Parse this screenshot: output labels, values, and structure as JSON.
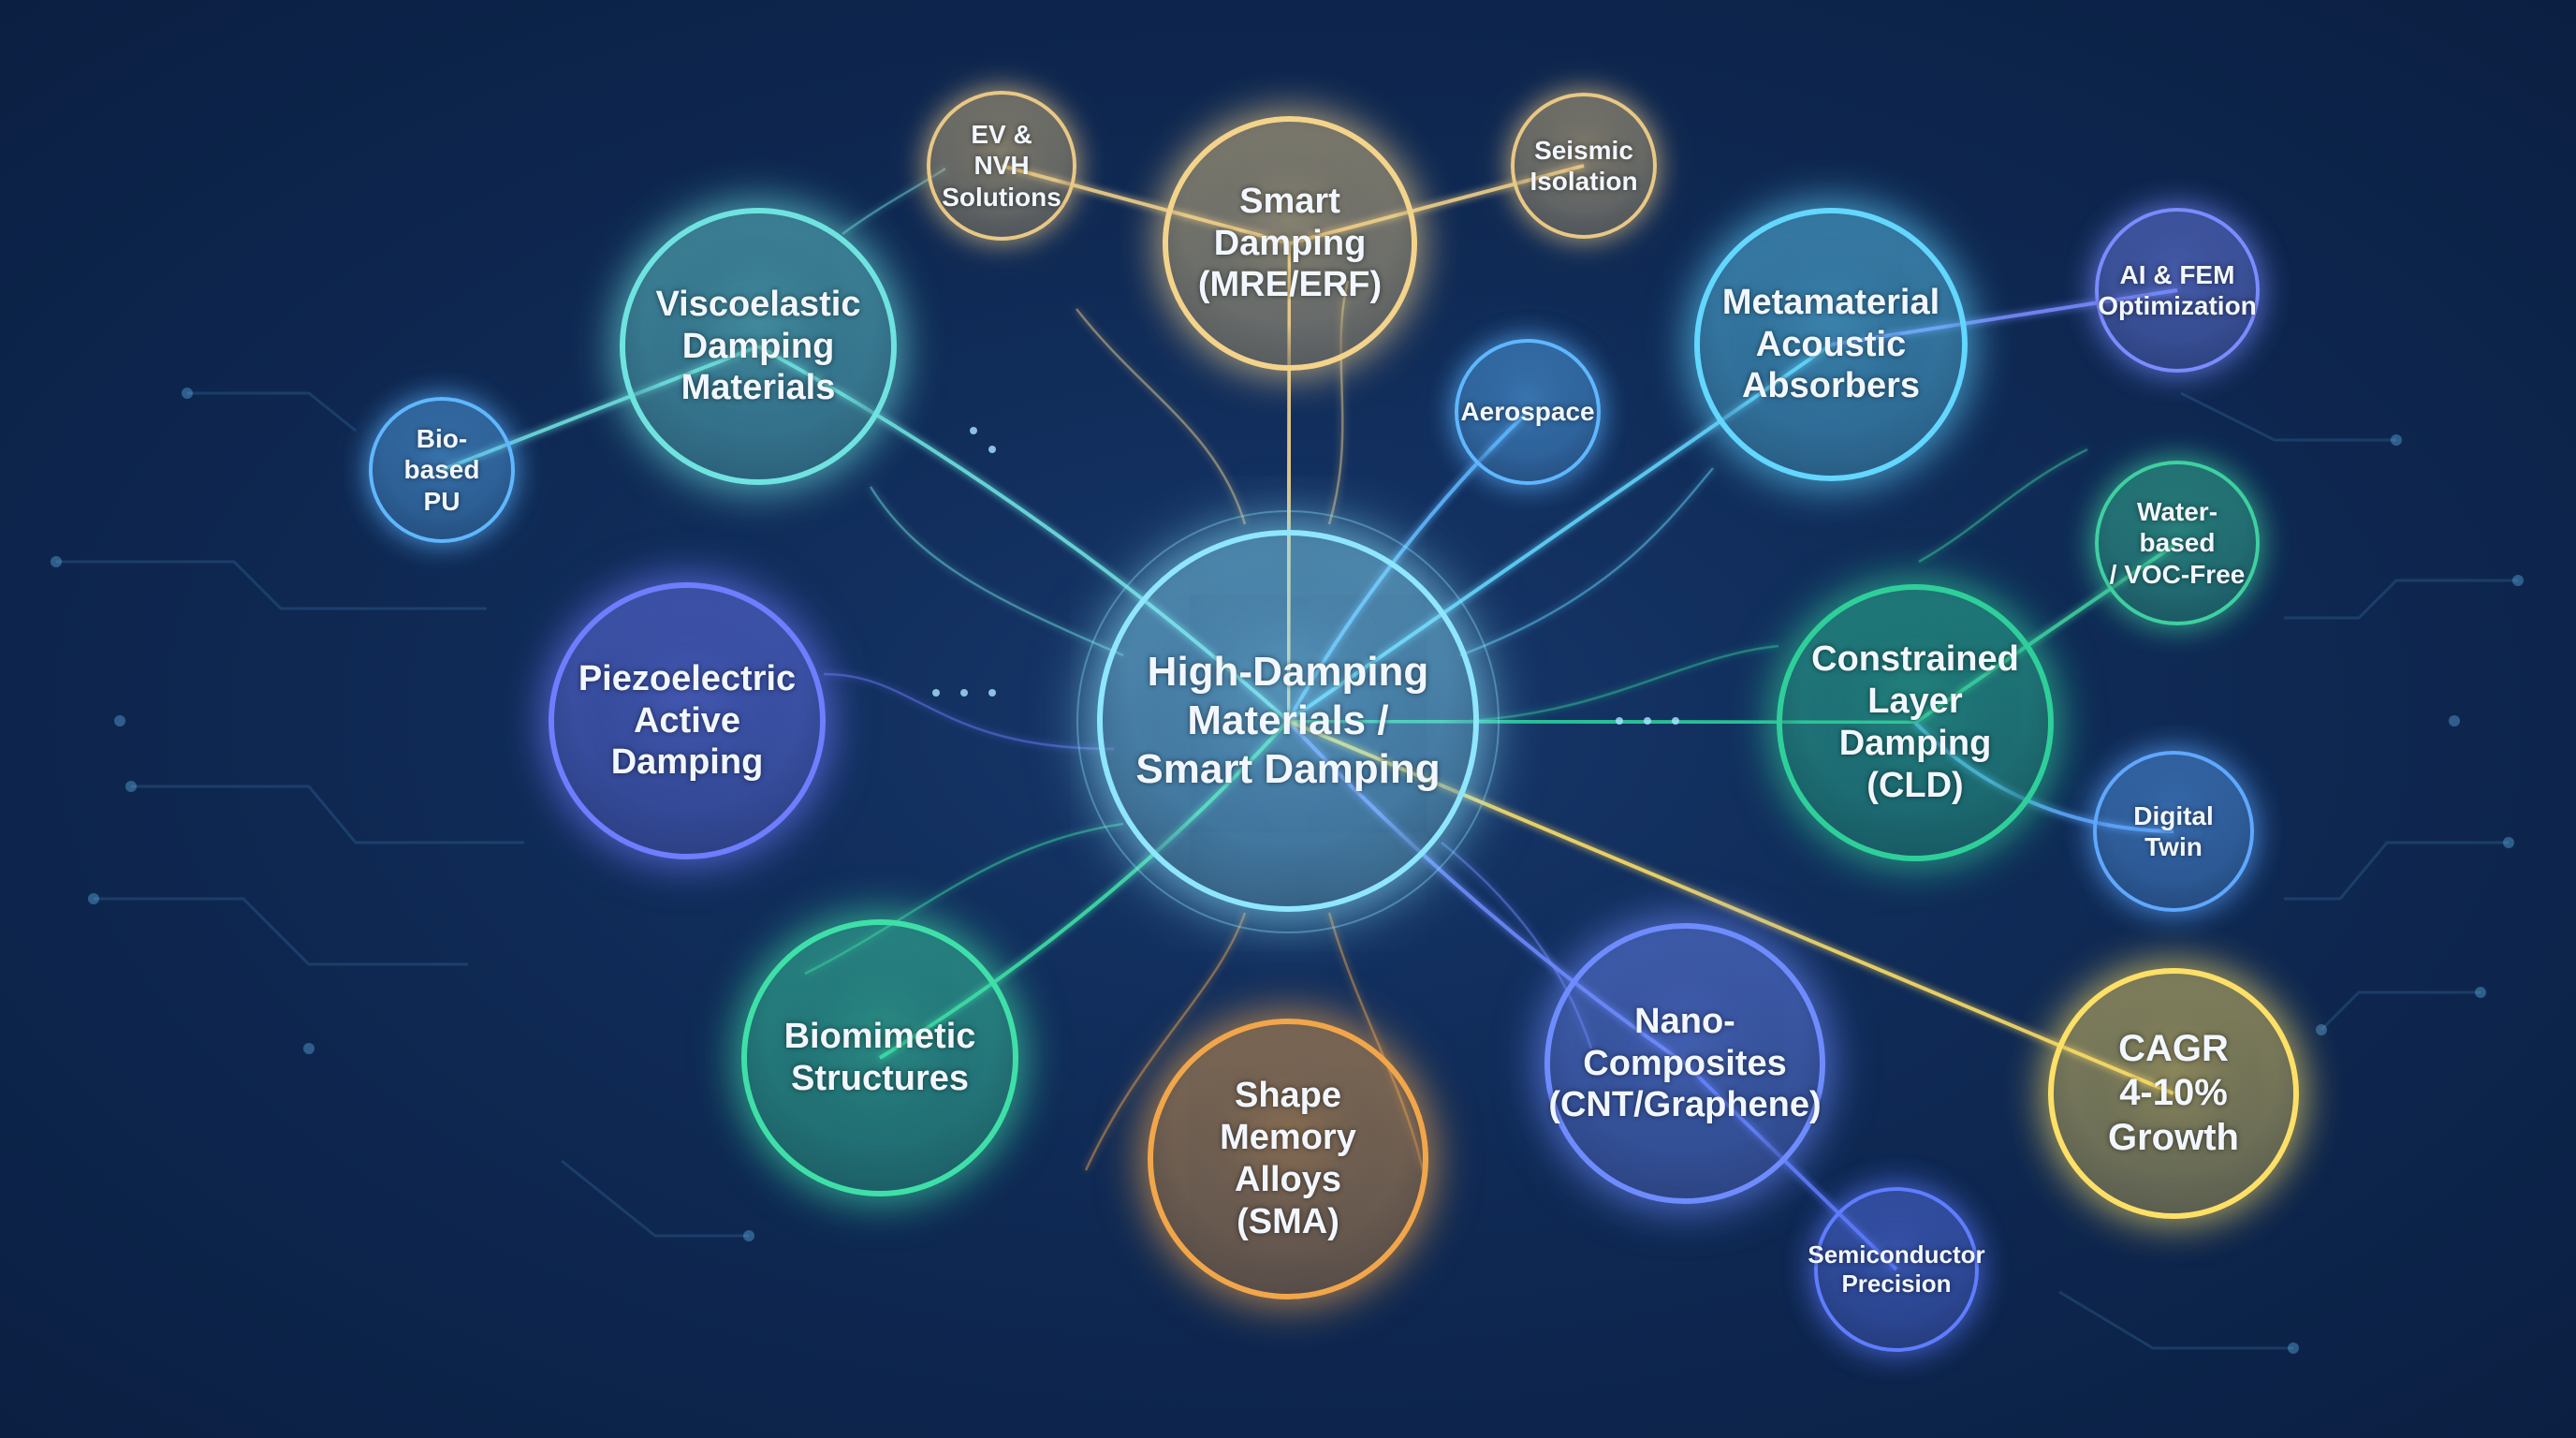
{
  "diagram": {
    "center": {
      "id": "center",
      "lines": [
        "High-Damping",
        "Materials /",
        "Smart Damping"
      ],
      "color": "#8fe6ff"
    },
    "nodes": [
      {
        "id": "smart-damping",
        "lines": [
          "Smart",
          "Damping",
          "(MRE/ERF)"
        ],
        "color": "#f4d38a"
      },
      {
        "id": "ev-nvh",
        "lines": [
          "EV & NVH",
          "Solutions"
        ],
        "color": "#e9c885"
      },
      {
        "id": "seismic",
        "lines": [
          "Seismic",
          "Isolation"
        ],
        "color": "#e9c885"
      },
      {
        "id": "viscoelastic",
        "lines": [
          "Viscoelastic",
          "Damping",
          "Materials"
        ],
        "color": "#6fe3e0"
      },
      {
        "id": "bio-pu",
        "lines": [
          "Bio-based",
          "PU"
        ],
        "color": "#5fb7ff"
      },
      {
        "id": "aerospace",
        "lines": [
          "Aerospace"
        ],
        "color": "#5fb7ff"
      },
      {
        "id": "metamaterial",
        "lines": [
          "Metamaterial",
          "Acoustic",
          "Absorbers"
        ],
        "color": "#63d7ff"
      },
      {
        "id": "ai-fem",
        "lines": [
          "AI & FEM",
          "Optimization"
        ],
        "color": "#7a8cff"
      },
      {
        "id": "water-based",
        "lines": [
          "Water-based",
          "/ VOC-Free"
        ],
        "color": "#3fd0a0"
      },
      {
        "id": "piezo",
        "lines": [
          "Piezoelectric",
          "Active",
          "Damping"
        ],
        "color": "#6f7dff"
      },
      {
        "id": "cld",
        "lines": [
          "Constrained",
          "Layer Damping",
          "(CLD)"
        ],
        "color": "#2fcf9a"
      },
      {
        "id": "digital-twin",
        "lines": [
          "Digital",
          "Twin"
        ],
        "color": "#5fa8ff"
      },
      {
        "id": "biomimetic",
        "lines": [
          "Biomimetic",
          "Structures"
        ],
        "color": "#3fe0a8"
      },
      {
        "id": "sma",
        "lines": [
          "Shape",
          "Memory",
          "Alloys",
          "(SMA)"
        ],
        "color": "#f2a64a"
      },
      {
        "id": "nano",
        "lines": [
          "Nano-",
          "Composites",
          "(CNT/Graphene)"
        ],
        "color": "#6f8cff"
      },
      {
        "id": "cagr",
        "lines": [
          "CAGR",
          "4-10%",
          "Growth"
        ],
        "color": "#ffe066"
      },
      {
        "id": "semiconductor",
        "lines": [
          "Semiconductor",
          "Precision"
        ],
        "color": "#5f7dff"
      }
    ]
  }
}
